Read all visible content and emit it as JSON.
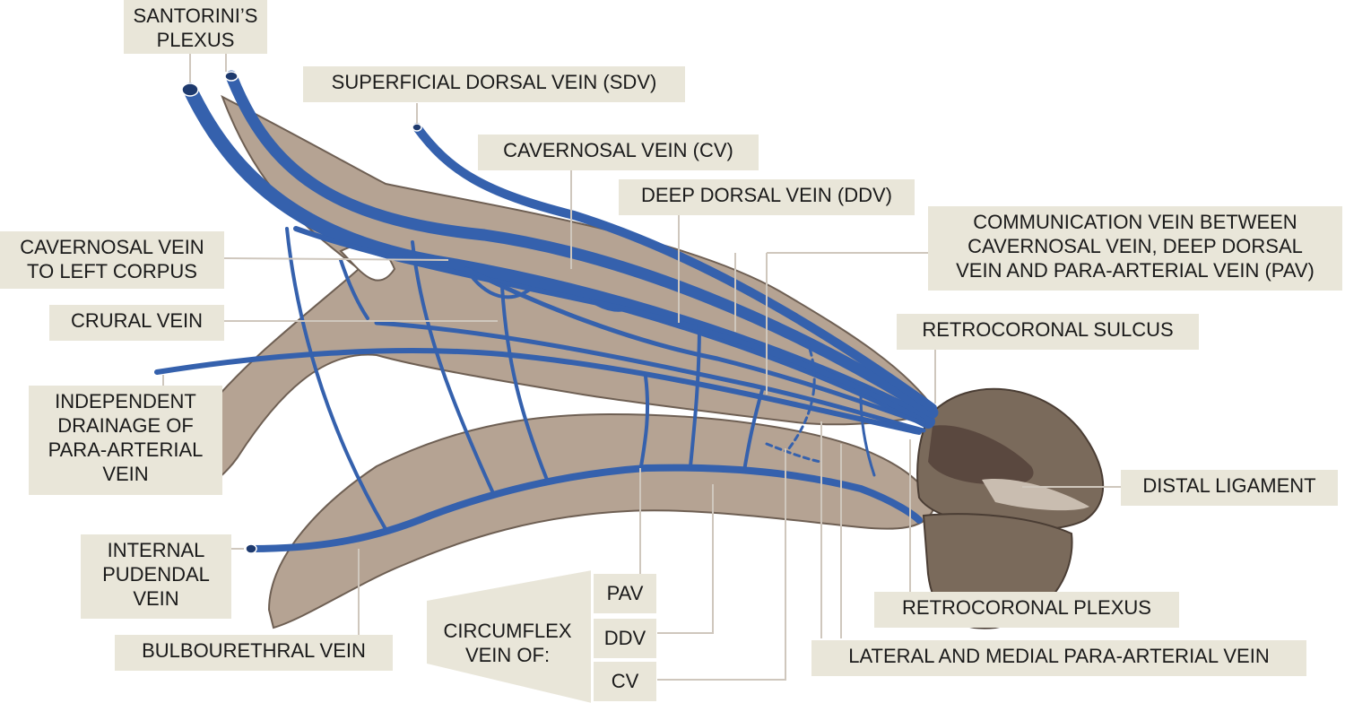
{
  "colors": {
    "tissue": "#b5a393",
    "tissue_outline": "#6e5f53",
    "vein": "#3561ad",
    "glans": "#7a6a5b",
    "glans_dark": "#5a483f",
    "glans_light": "#c9bdb0",
    "label_bg": "#e9e6d9",
    "leader": "#cfc7bd"
  },
  "labels": {
    "santorini": "SANTORINI’S\nPLEXUS",
    "sdv": "SUPERFICIAL DORSAL VEIN (SDV)",
    "cv": "CAVERNOSAL VEIN (CV)",
    "ddv": "DEEP DORSAL VEIN (DDV)",
    "communication": "COMMUNICATION VEIN BETWEEN\nCAVERNOSAL VEIN, DEEP DORSAL\nVEIN AND PARA-ARTERIAL VEIN (PAV)",
    "cv_left_corpus": "CAVERNOSAL VEIN\nTO LEFT CORPUS",
    "crural": "CRURAL VEIN",
    "retrocoronal_sulcus": "RETROCORONAL SULCUS",
    "independent": "INDEPENDENT\nDRAINAGE OF\nPARA-ARTERIAL\nVEIN",
    "distal_ligament": "DISTAL LIGAMENT",
    "internal_pudendal": "INTERNAL\nPUDENDAL\nVEIN",
    "retrocoronal_plexus": "RETROCORONAL PLEXUS",
    "bulbourethral": "BULBOURETHRAL VEIN",
    "circumflex": "CIRCUMFLEX\nVEIN OF:",
    "circ_pav": "PAV",
    "circ_ddv": "DDV",
    "circ_cv": "CV",
    "lateral_medial_pav": "LATERAL AND MEDIAL PARA-ARTERIAL VEIN"
  }
}
